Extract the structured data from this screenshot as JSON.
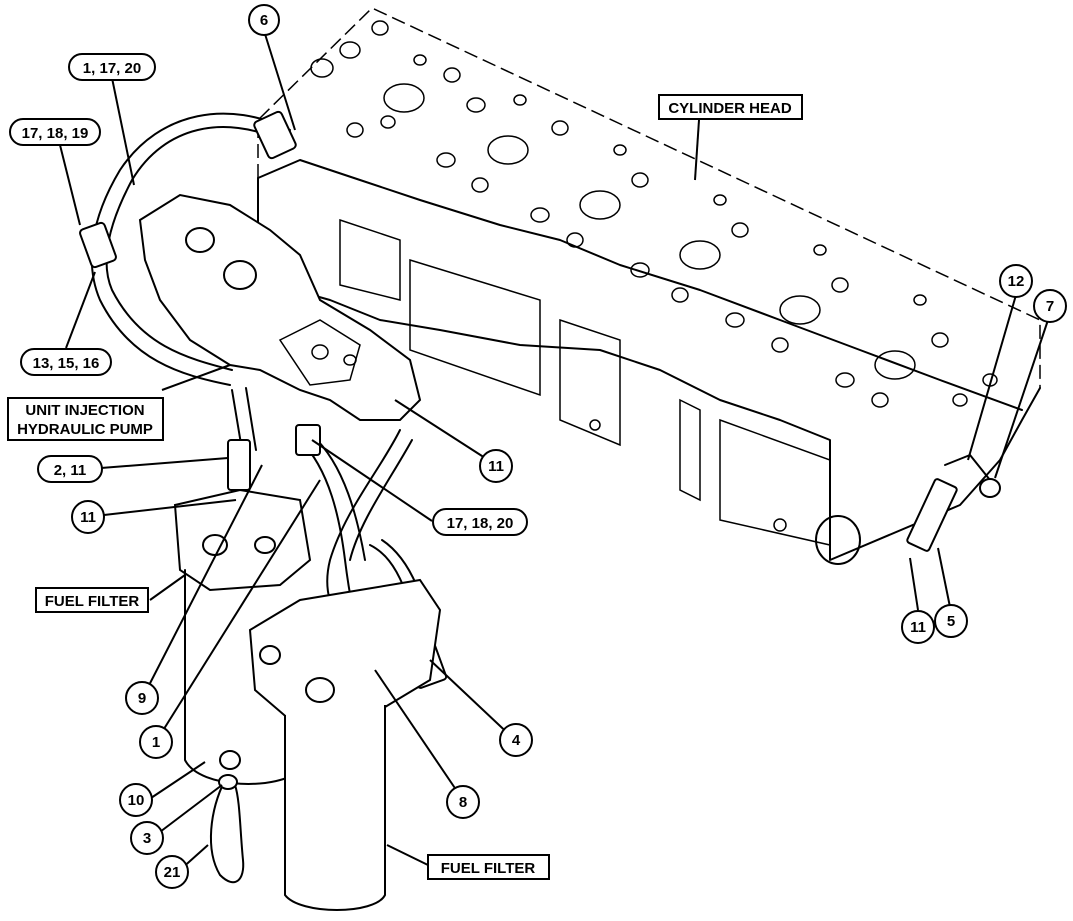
{
  "callouts": {
    "c6": "6",
    "c1_17_20": "1, 17, 20",
    "c17_18_19": "17, 18, 19",
    "c13_15_16": "13, 15, 16",
    "c2_11": "2, 11",
    "c11_left": "11",
    "c11_mid": "11",
    "c17_18_20": "17, 18, 20",
    "c9": "9",
    "c1": "1",
    "c10": "10",
    "c3": "3",
    "c21": "21",
    "c8": "8",
    "c4": "4",
    "c12": "12",
    "c7": "7",
    "c11_right": "11",
    "c5": "5"
  },
  "labels": {
    "cylinder_head": "CYLINDER HEAD",
    "pump_line1": "UNIT INJECTION",
    "pump_line2": "HYDRAULIC PUMP",
    "fuel_filter_upper": "FUEL FILTER",
    "fuel_filter_lower": "FUEL FILTER"
  }
}
